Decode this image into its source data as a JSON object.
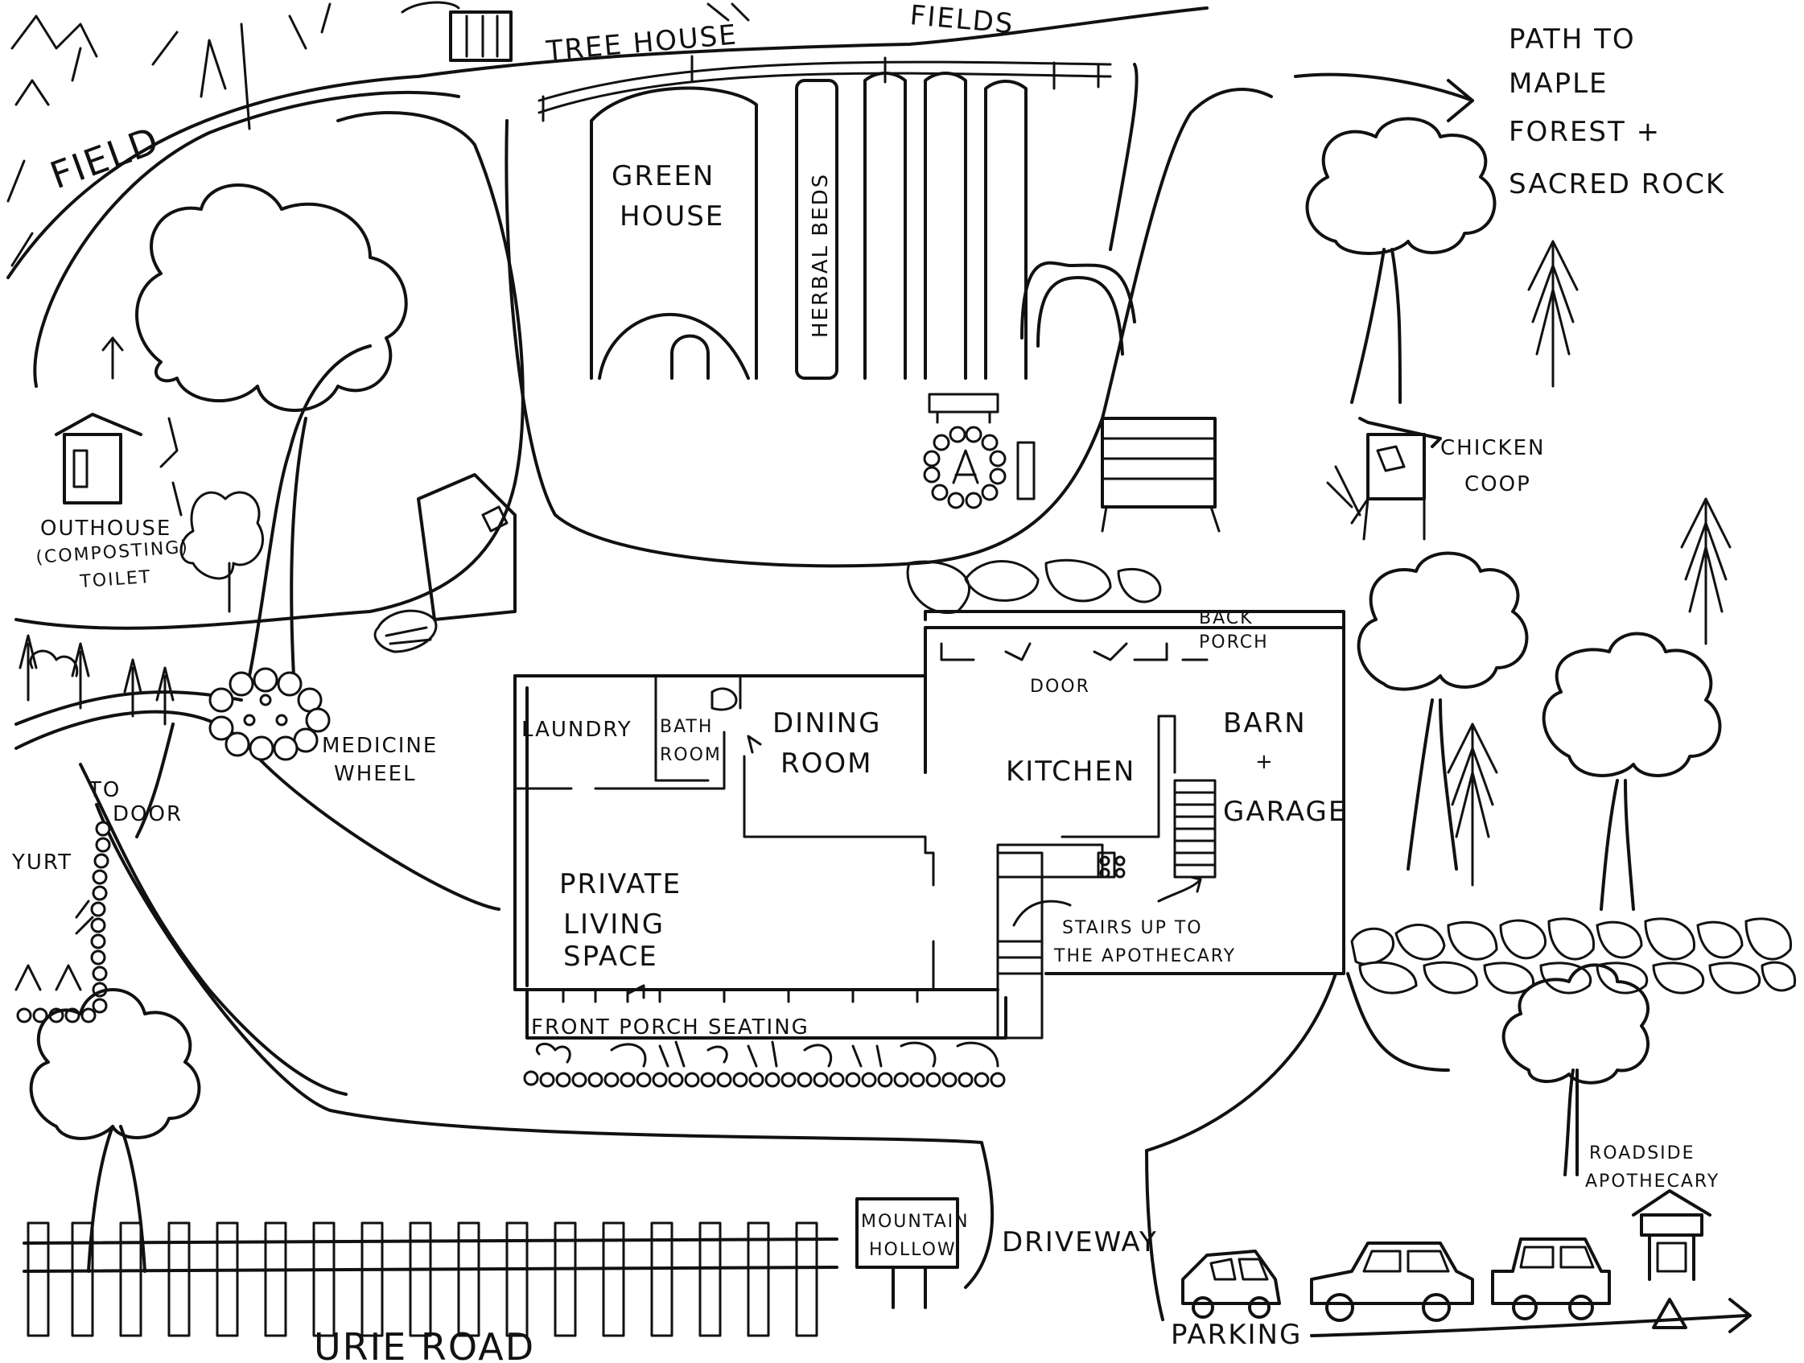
{
  "labels": {
    "tree_house": "TREE HOUSE",
    "fields": "FIELDS",
    "field": "FIELD",
    "path_line1": "PATH TO",
    "path_line2": "MAPLE",
    "path_line3": "FOREST +",
    "path_line4": "SACRED ROCK",
    "greenhouse_line1": "GREEN",
    "greenhouse_line2": "HOUSE",
    "herbal_beds": "HERBAL BEDS",
    "chicken_line1": "CHICKEN",
    "chicken_line2": "COOP",
    "outhouse_line1": "OUTHOUSE",
    "outhouse_line2": "(COMPOSTING)",
    "outhouse_line3": "TOILET",
    "medicine_line1": "MEDICINE",
    "medicine_line2": "WHEEL",
    "back_line1": "BACK",
    "back_line2": "PORCH",
    "door": "DOOR",
    "laundry": "LAUNDRY",
    "bath_line1": "BATH",
    "bath_line2": "ROOM",
    "dining_line1": "DINING",
    "dining_line2": "ROOM",
    "kitchen": "KITCHEN",
    "barn_line1": "BARN",
    "barn_line2": "+",
    "barn_line3": "GARAGE",
    "to_line1": "TO",
    "to_line2": "DOOR",
    "yurt": "YURT",
    "private_line1": "PRIVATE",
    "private_line2": "LIVING",
    "private_line3": "SPACE",
    "stairs_line1": "STAIRS UP TO",
    "stairs_line2": "THE APOTHECARY",
    "front_porch": "FRONT PORCH SEATING",
    "sign_line1": "MOUNTAIN",
    "sign_line2": "HOLLOW",
    "driveway": "DRIVEWAY",
    "roadside_line1": "ROADSIDE",
    "roadside_line2": "APOTHECARY",
    "parking": "PARKING",
    "road": "URIE ROAD"
  },
  "colors": {
    "ink": "#111111",
    "paper": "#ffffff"
  }
}
